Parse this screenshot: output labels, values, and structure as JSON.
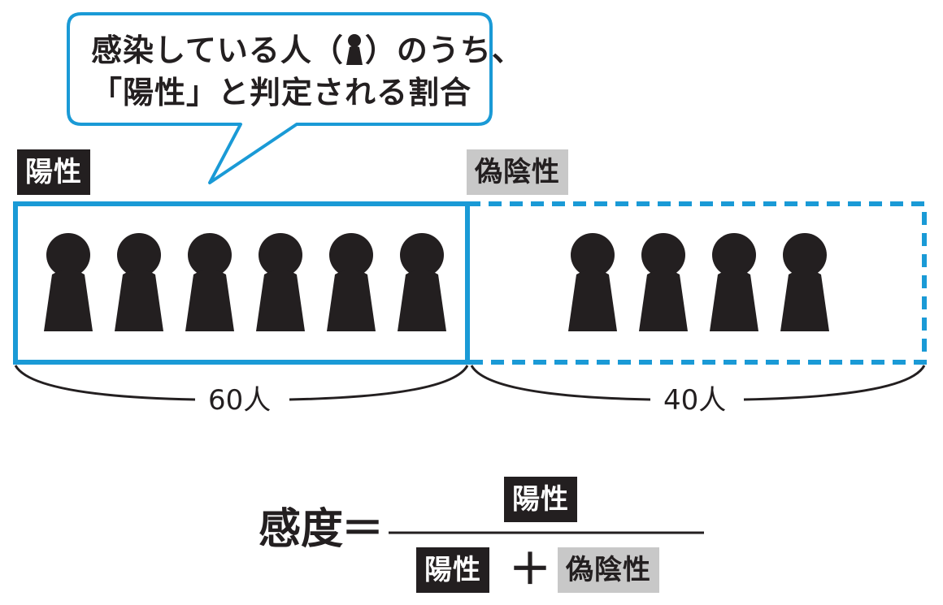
{
  "bubble": {
    "line1_before": "感染している人（",
    "line1_after": "）のうち、",
    "line2": "「陽性」と判定される割合",
    "person_icon": "person-icon"
  },
  "groups": {
    "positive": {
      "label": "陽性",
      "count": 6,
      "count_label": "60人",
      "border_color": "#1a9ad6",
      "border_style": "solid"
    },
    "false_negative": {
      "label": "偽陰性",
      "count": 4,
      "count_label": "40人",
      "border_color": "#1a9ad6",
      "border_style": "dashed"
    }
  },
  "formula": {
    "lhs": "感度",
    "equals": "＝",
    "numerator": "陽性",
    "denominator_left": "陽性",
    "plus": "＋",
    "denominator_right": "偽陰性"
  },
  "colors": {
    "accent": "#1a9ad6",
    "figure": "#231f20",
    "tag_dark": "#231f20",
    "tag_gray": "#c8c8c8"
  }
}
